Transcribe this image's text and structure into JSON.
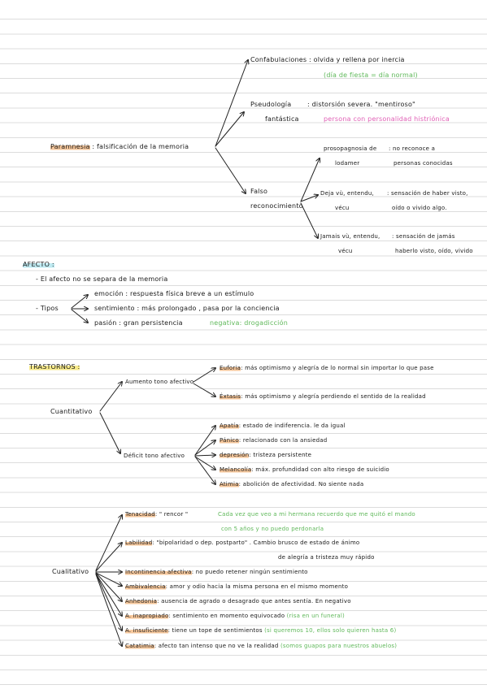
{
  "paramnesia": {
    "root_term": "Paramnesia",
    "root_def": ": falsificación de la memoria",
    "b1_term": "Confabulaciones",
    "b1_def": ": olvida y rellena por inercia",
    "b1_ex": "(día de fiesta = día normal)",
    "b2_term_a": "Pseudología",
    "b2_term_b": "fantástica",
    "b2_def": ": distorsión severa. \"mentiroso\"",
    "b2_ex": "persona con personalidad histriónica",
    "b3_term_a": "Falso",
    "b3_term_b": "reconocimiento",
    "c1_term_a": "prosopagnosia de",
    "c1_term_b": "lodamer",
    "c1_def_a": ": no reconoce a",
    "c1_def_b": "personas conocidas",
    "c2_term_a": "Deja vù, entendu,",
    "c2_term_b": "vécu",
    "c2_def_a": ": sensación de haber visto,",
    "c2_def_b": "oído o vivido algo.",
    "c3_term_a": "Jamais vù, entendu,",
    "c3_term_b": "vécu",
    "c3_def_a": ": sensación de jamás",
    "c3_def_b": "haberlo visto, oído, vivido"
  },
  "afecto": {
    "heading": "AFECTO :",
    "bullet1": "- El afecto no se separa de la memoria",
    "tipos_label": "- Tipos",
    "tipo1": "emoción : respuesta física breve a un estímulo",
    "tipo2": "sentimiento : más prolongado , pasa por la conciencia",
    "tipo3": "pasión : gran persistencia",
    "tipo3_note": "negativa: drogadicción"
  },
  "trastornos": {
    "heading": "TRASTORNOS :",
    "cuantitativo": "Cuantitativo",
    "aumento": "Aumento tono afectivo",
    "euforia_term": "Euforia",
    "euforia_def": ": más optimismo y alegría de lo normal sin importar lo que pase",
    "extasis_term": "Éxtasis",
    "extasis_def": ": más optimismo y alegría perdiendo el sentido de la realidad",
    "deficit": "Déficit tono afectivo",
    "apatia_term": "Apatía",
    "apatia_def": ": estado de indiferencia. le da igual",
    "panico_term": "Pánico",
    "panico_def": ": relacionado con la ansiedad",
    "depresion_term": "depresión",
    "depresion_def": ": tristeza persistente",
    "melancolia_term": "Melancolía",
    "melancolia_def": ": máx. profundidad con alto riesgo de suicidio",
    "atimia_term": "Atimia",
    "atimia_def": ": abolición de afectividad. No siente nada",
    "cualitativo": "Cualitativo",
    "tenacidad_term": "Tenacidad",
    "tenacidad_def": ": \" rencor \"",
    "tenacidad_ex_a": "Cada vez que veo a mi hermana recuerdo que me quitó el mando",
    "tenacidad_ex_b": "con 5 años y no puedo perdonarla",
    "labilidad_term": "Labilidad",
    "labilidad_def_a": ": \"bipolaridad o dep. postparto\" . Cambio brusco de estado de ánimo",
    "labilidad_def_b": "de alegría a tristeza muy rápido",
    "incontinencia_term": "Incontinencia afectiva",
    "incontinencia_def": ": no puedo retener ningún sentimiento",
    "ambivalencia_term": "Ambivalencia",
    "ambivalencia_def": ": amor y odio hacia la misma persona en el mismo momento",
    "anhedonia_term": "Anhedonia",
    "anhedonia_def": ": ausencia de agrado o desagrado que antes sentía. En negativo",
    "inapropiado_term": "A. inapropiado",
    "inapropiado_def": ": sentimiento en momento equivocado",
    "inapropiado_ex": "(risa en un funeral)",
    "insuficiente_term": "A. insuficiente",
    "insuficiente_def": ": tiene un tope de sentimientos",
    "insuficiente_ex": "(si queremos 10, ellos solo quieren hasta 6)",
    "catatimia_term": "Catatimia",
    "catatimia_def": ": afecto tan intenso que no ve la realidad",
    "catatimia_ex": "(somos guapos para nuestros abuelos)"
  }
}
